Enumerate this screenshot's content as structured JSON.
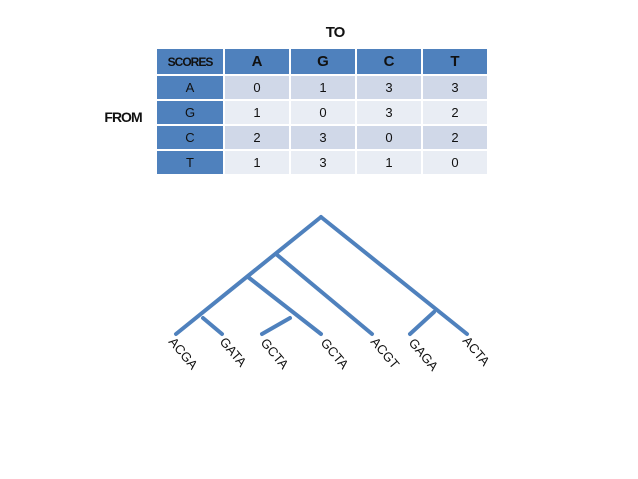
{
  "matrix": {
    "to_label": "TO",
    "from_label": "FROM",
    "corner_label": "SCORES",
    "columns": [
      "A",
      "G",
      "C",
      "T"
    ],
    "rows": [
      {
        "label": "A",
        "values": [
          "0",
          "1",
          "3",
          "3"
        ]
      },
      {
        "label": "G",
        "values": [
          "1",
          "0",
          "3",
          "2"
        ]
      },
      {
        "label": "C",
        "values": [
          "2",
          "3",
          "0",
          "2"
        ]
      },
      {
        "label": "T",
        "values": [
          "1",
          "3",
          "1",
          "0"
        ]
      }
    ]
  },
  "tree": {
    "leaves": [
      "ACGA",
      "GATA",
      "GCTA",
      "GCTA",
      "ACGT",
      "GAGA",
      "ACTA"
    ],
    "branch_color": "#4f81bd"
  }
}
